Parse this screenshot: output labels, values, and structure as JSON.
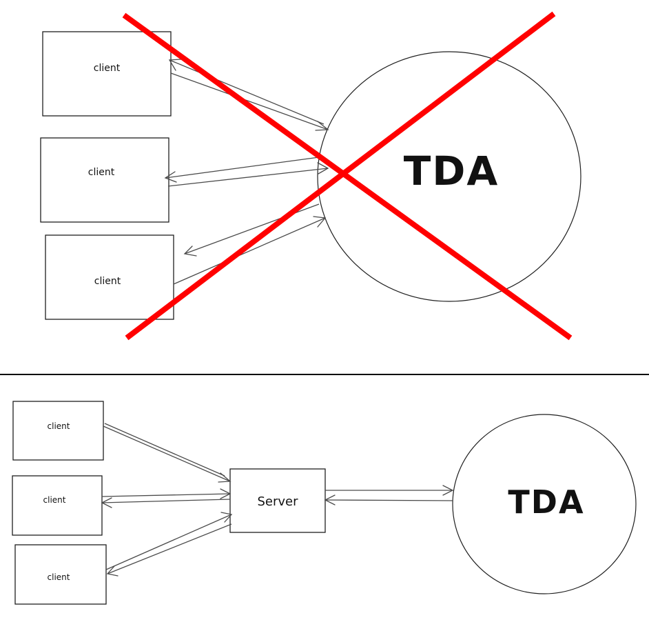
{
  "top": {
    "clients": [
      "client",
      "client",
      "client"
    ],
    "tda_label": "TDA"
  },
  "bottom": {
    "clients": [
      "client",
      "client",
      "client"
    ],
    "server_label": "Server",
    "tda_label": "TDA"
  },
  "colors": {
    "cross": "#ff0000",
    "stroke": "#1e1e1e",
    "arrow": "#4a4a4a",
    "divider": "#000000"
  }
}
